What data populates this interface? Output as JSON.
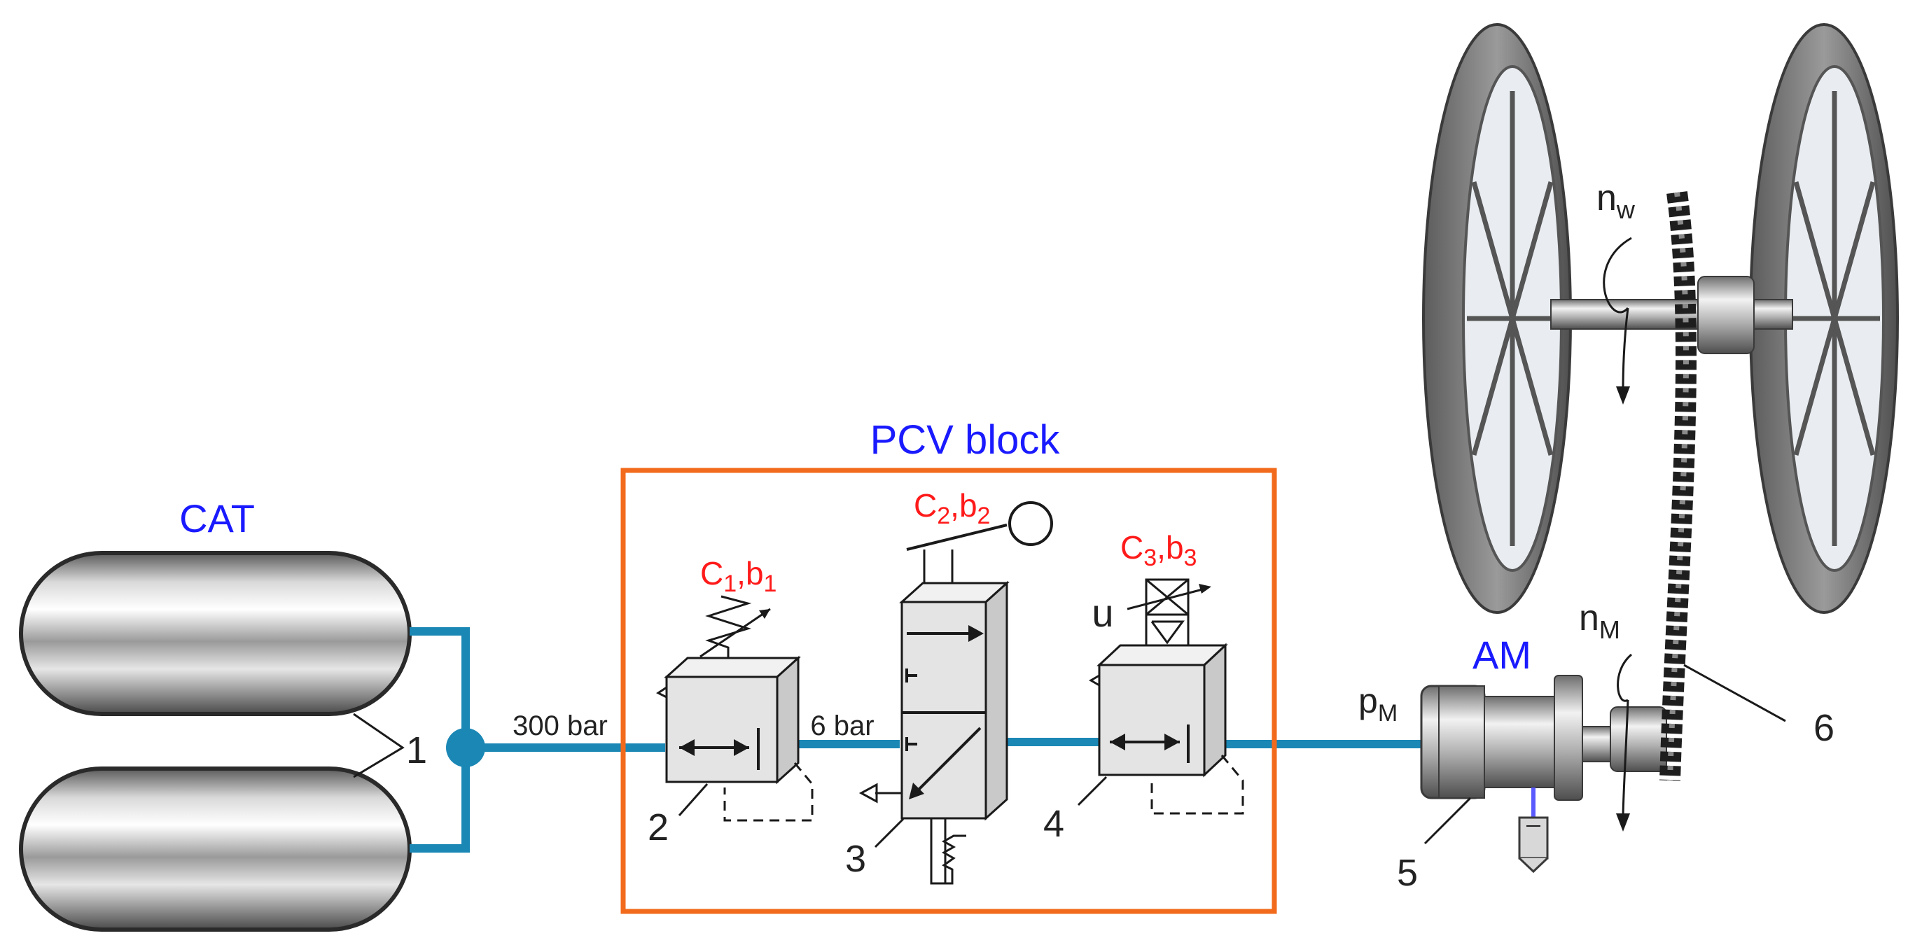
{
  "labels": {
    "cat": "CAT",
    "pcv_block": "PCV block",
    "am": "AM",
    "pressure_300": "300 bar",
    "pressure_6": "6 bar",
    "u": "u",
    "p_main": "p",
    "p_sub": "M",
    "nw_main": "n",
    "nw_sub": "w",
    "nm_main": "n",
    "nm_sub": "M"
  },
  "parameters": [
    {
      "c_main": "C",
      "c_sub": "1",
      "sep": ",",
      "b_main": "b",
      "b_sub": "1"
    },
    {
      "c_main": "C",
      "c_sub": "2",
      "sep": ",",
      "b_main": "b",
      "b_sub": "2"
    },
    {
      "c_main": "C",
      "c_sub": "3",
      "sep": ",",
      "b_main": "b",
      "b_sub": "3"
    }
  ],
  "callouts": [
    "1",
    "2",
    "3",
    "4",
    "5",
    "6"
  ],
  "colors": {
    "pipe": "#1b87b5",
    "block_border": "#f26a1b",
    "label_blue": "#1a1aff",
    "label_red": "#ff1a1a",
    "metal_gray": "#7a7a7a"
  },
  "icons": [
    "tank-icon",
    "valve-icon",
    "motor-icon",
    "wheel-icon",
    "chain-icon"
  ]
}
